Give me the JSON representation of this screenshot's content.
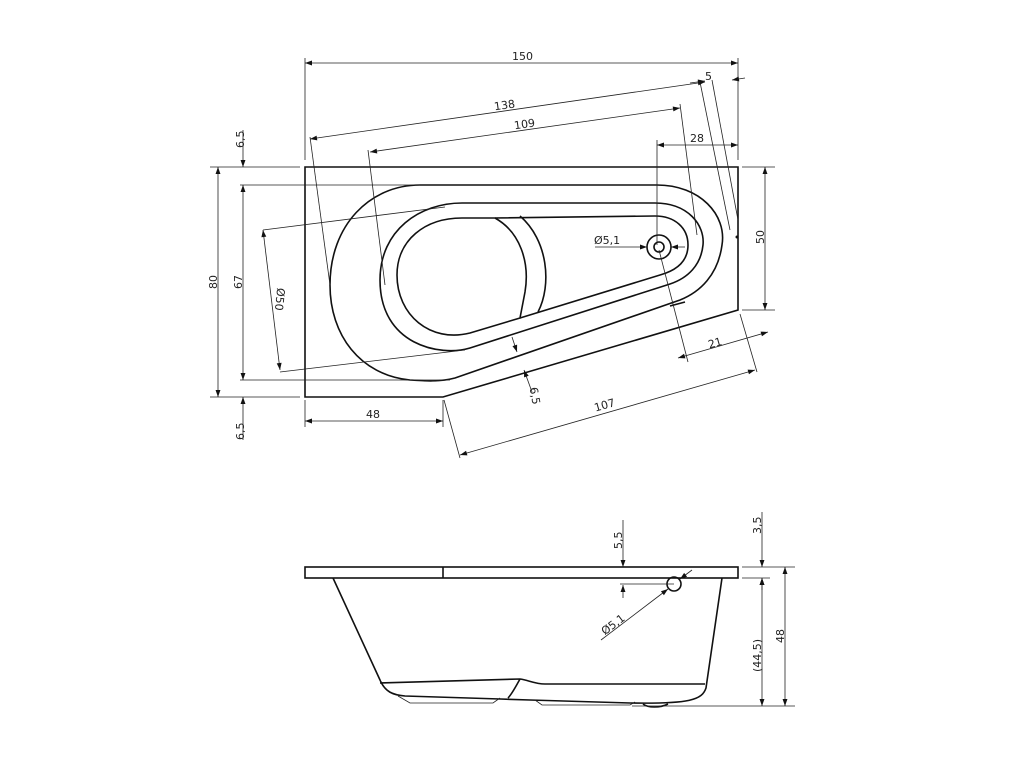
{
  "title": "Corner bathtub technical drawing",
  "top_view": {
    "dims": {
      "overall_length": "150",
      "diagonal_length": "138",
      "inner_diagonal": "109",
      "offset_5": "5",
      "drain_offset": "28",
      "right_depth": "50",
      "overall_width": "80",
      "inner_width": "67",
      "rim_top": "6,5",
      "rim_bottom": "6,5",
      "basin_diameter": "Ø50",
      "drain_diameter": "Ø5,1",
      "rim_slant": "6,5",
      "slant_length": "107",
      "drain_to_edge": "21",
      "left_straight": "48"
    }
  },
  "side_view": {
    "dims": {
      "rim_thickness": "3,5",
      "overflow_offset": "5,5",
      "overflow_diameter": "Ø5,1",
      "basin_depth": "(44,5)",
      "total_height": "48"
    }
  }
}
